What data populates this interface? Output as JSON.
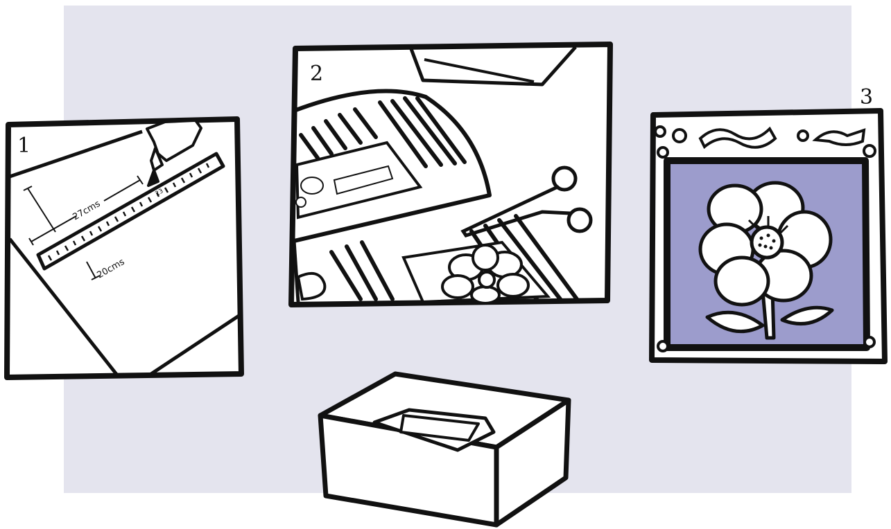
{
  "colors": {
    "background_panel": "#e4e4ee",
    "ink": "#111111",
    "paper": "#ffffff",
    "accent_purple": "#9c9ccc"
  },
  "steps": [
    {
      "number": "1",
      "label_length": "27cms",
      "label_width": "20cms",
      "ruler_mark": "23"
    },
    {
      "number": "2"
    },
    {
      "number": "3"
    }
  ]
}
